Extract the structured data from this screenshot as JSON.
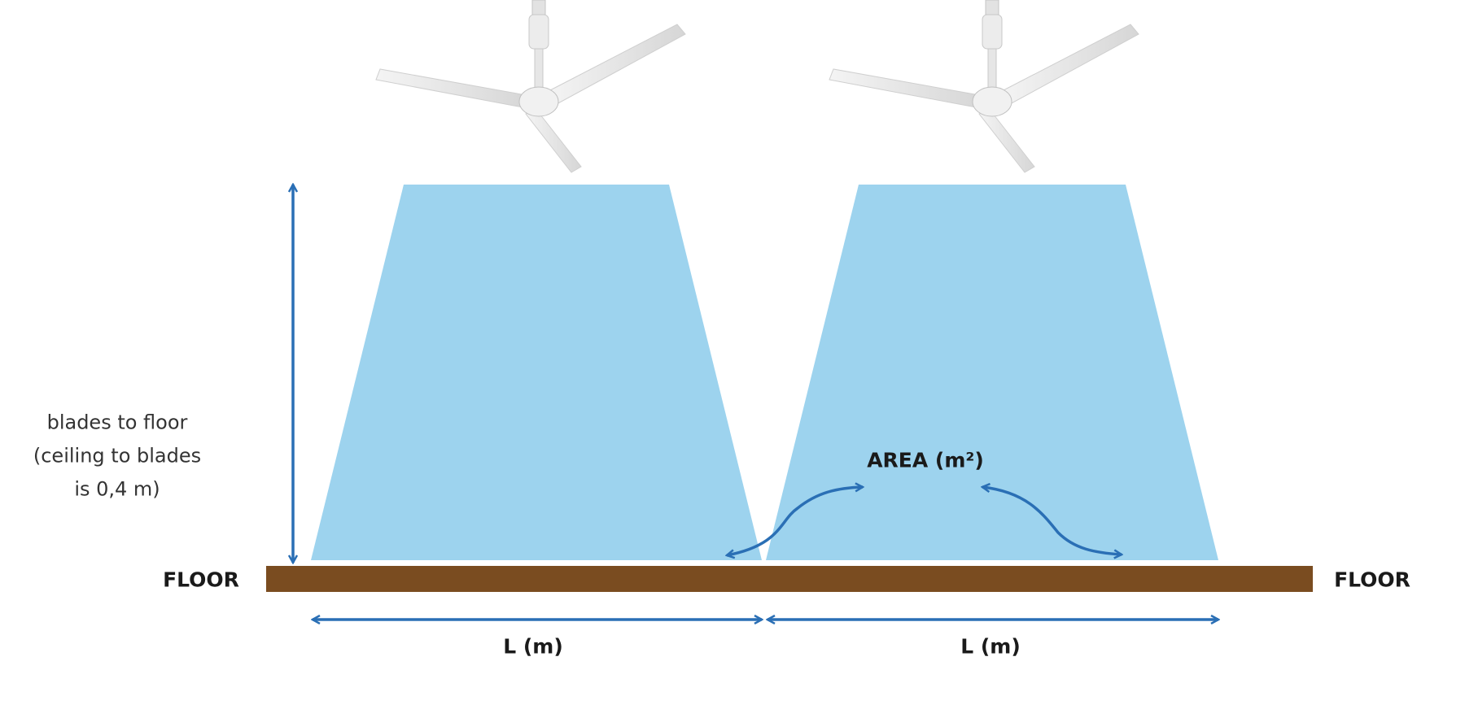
{
  "labels": {
    "height_note": [
      "blades to floor",
      "(ceiling to blades",
      "is 0,4 m)"
    ],
    "area": "AREA (m²)",
    "floor_left": "FLOOR",
    "floor_right": "FLOOR",
    "length_left": "L (m)",
    "length_right": "L (m)"
  },
  "colors": {
    "airflow": "#9dd3ee",
    "floor": "#7a4c20",
    "arrow": "#2a6fb5"
  },
  "icons": [
    "ceiling-fan-icon",
    "ceiling-fan-icon"
  ]
}
